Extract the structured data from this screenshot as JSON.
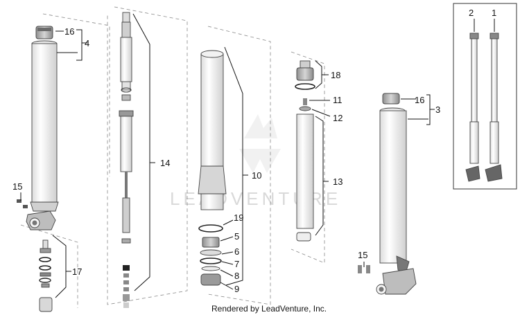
{
  "callouts": {
    "c16a": "16",
    "c4": "4",
    "c15a": "15",
    "c17": "17",
    "c14": "14",
    "c10": "10",
    "c19": "19",
    "c5": "5",
    "c6": "6",
    "c7": "7",
    "c8": "8",
    "c9": "9",
    "c18": "18",
    "c11": "11",
    "c12": "12",
    "c13": "13",
    "c16b": "16",
    "c3": "3",
    "c15b": "15",
    "c2": "2",
    "c1": "1"
  },
  "watermark": "LEADVENTURE",
  "credit": "Rendered by LeadVenture, Inc.",
  "colors": {
    "tube": "#f4f4f4",
    "cap": "#b9b9b9",
    "dark": "#3a3a3a",
    "spring": "#c9c9c9"
  }
}
